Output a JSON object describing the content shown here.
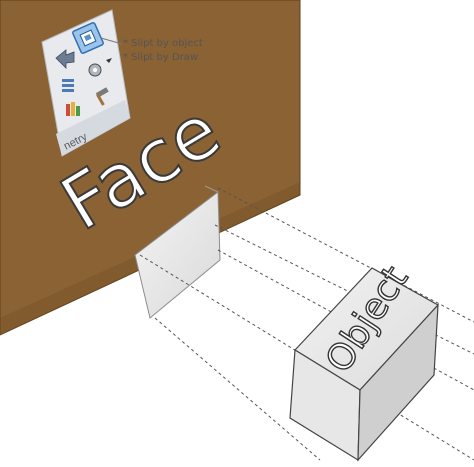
{
  "wall": {
    "label": "Face",
    "color": "#8a6233"
  },
  "box": {
    "label": "Object"
  },
  "toolbar": {
    "title_fragment": "netry",
    "tools": [
      {
        "icon": "split-by-object-icon",
        "selected": true
      },
      {
        "icon": "back-arrow-icon",
        "selected": false
      },
      {
        "icon": "gear-icon",
        "selected": false
      },
      {
        "icon": "dropdown-arrow-icon",
        "selected": false
      },
      {
        "icon": "stack-icon",
        "selected": false
      },
      {
        "icon": "hammer-icon",
        "selected": false
      },
      {
        "icon": "paint-icon",
        "selected": false
      }
    ]
  },
  "callout": {
    "items": [
      "* Slipt by object",
      "* Slipt by Draw"
    ]
  }
}
